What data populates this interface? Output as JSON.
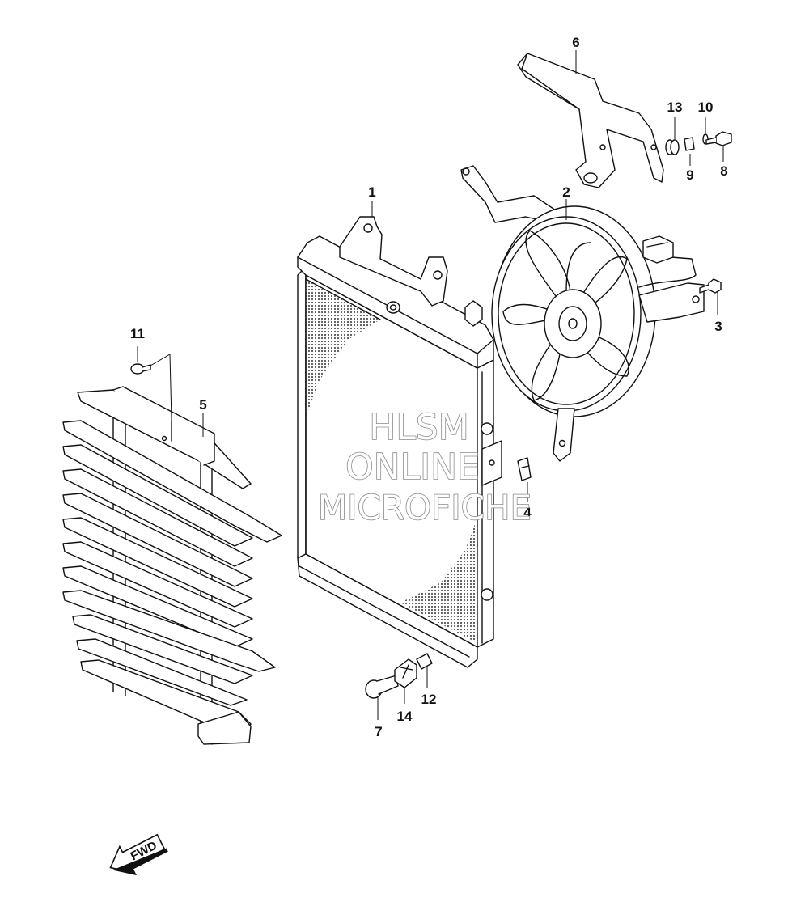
{
  "watermark": {
    "line1": "HLSM",
    "line2": "ONLINE",
    "line3": "MICROFICHE"
  },
  "direction_label": "FWD",
  "callouts": [
    {
      "id": "1",
      "name": "radiator"
    },
    {
      "id": "2",
      "name": "cooling-fan"
    },
    {
      "id": "3",
      "name": "fan-bolt"
    },
    {
      "id": "4",
      "name": "clip"
    },
    {
      "id": "5",
      "name": "radiator-grille"
    },
    {
      "id": "6",
      "name": "radiator-bracket"
    },
    {
      "id": "7",
      "name": "mount-bolt"
    },
    {
      "id": "8",
      "name": "bracket-bolt"
    },
    {
      "id": "9",
      "name": "collar"
    },
    {
      "id": "10",
      "name": "washer"
    },
    {
      "id": "11",
      "name": "grille-screw"
    },
    {
      "id": "12",
      "name": "lower-collar"
    },
    {
      "id": "13",
      "name": "cushion"
    },
    {
      "id": "14",
      "name": "lower-cushion"
    }
  ]
}
